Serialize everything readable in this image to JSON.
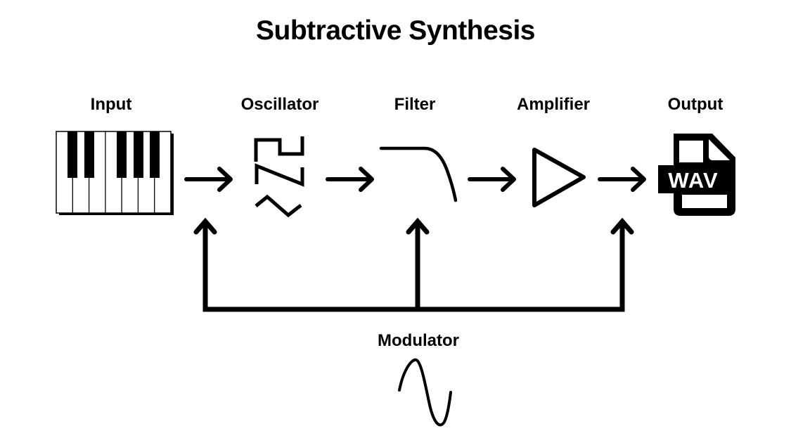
{
  "title": "Subtractive Synthesis",
  "stages": [
    {
      "key": "input",
      "label": "Input",
      "icon": "piano-keys-icon"
    },
    {
      "key": "oscillator",
      "label": "Oscillator",
      "icon": "waveforms-icon"
    },
    {
      "key": "filter",
      "label": "Filter",
      "icon": "lowpass-curve-icon"
    },
    {
      "key": "amplifier",
      "label": "Amplifier",
      "icon": "triangle-play-icon"
    },
    {
      "key": "output",
      "label": "Output",
      "icon": "wav-file-icon"
    }
  ],
  "modulator": {
    "label": "Modulator",
    "icon": "sine-wave-icon"
  },
  "output_file_text": "WAV",
  "colors": {
    "background": "#ffffff",
    "ink": "#000000"
  }
}
